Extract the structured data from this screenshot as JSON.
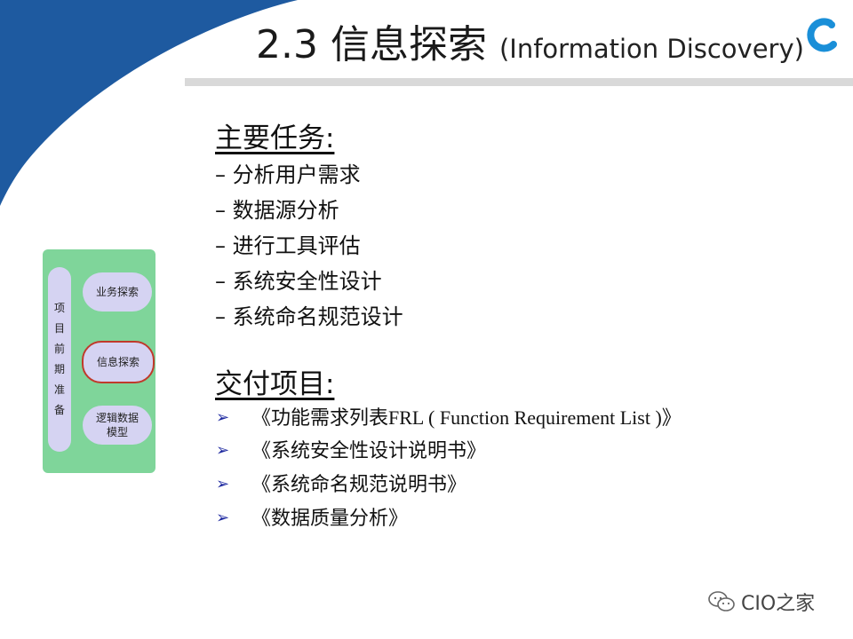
{
  "header": {
    "title": "2.3 信息探索",
    "subtitle": "(Information Discovery)"
  },
  "tasks": {
    "heading": "主要任务:",
    "items": [
      "– 分析用户需求",
      "– 数据源分析",
      "– 进行工具评估",
      "– 系统安全性设计",
      "– 系统命名规范设计"
    ]
  },
  "deliverables": {
    "heading": "交付项目:",
    "items": [
      {
        "pre": "《功能需求列表",
        "serif": "FRL ( Function Requirement List )",
        "post": "》"
      },
      {
        "pre": "《系统安全性设计说明书》",
        "serif": "",
        "post": ""
      },
      {
        "pre": "《系统命名规范说明书》",
        "serif": "",
        "post": ""
      },
      {
        "pre": "《数据质量分析》",
        "serif": "",
        "post": ""
      }
    ]
  },
  "diagram": {
    "phase_chars": [
      "项",
      "目",
      "前",
      "期",
      "准",
      "备"
    ],
    "steps": [
      "业务探索",
      "信息探索",
      "逻辑数据\n模型"
    ],
    "active_step": "信息探索"
  },
  "watermark": "CIO之家",
  "colors": {
    "corner_blue": "#1e5aa0",
    "panel_green": "#7fd59a",
    "pill_lavender": "#d5d3f2",
    "active_border": "#c0392b",
    "bullet_arrow": "#1f2aa0"
  }
}
